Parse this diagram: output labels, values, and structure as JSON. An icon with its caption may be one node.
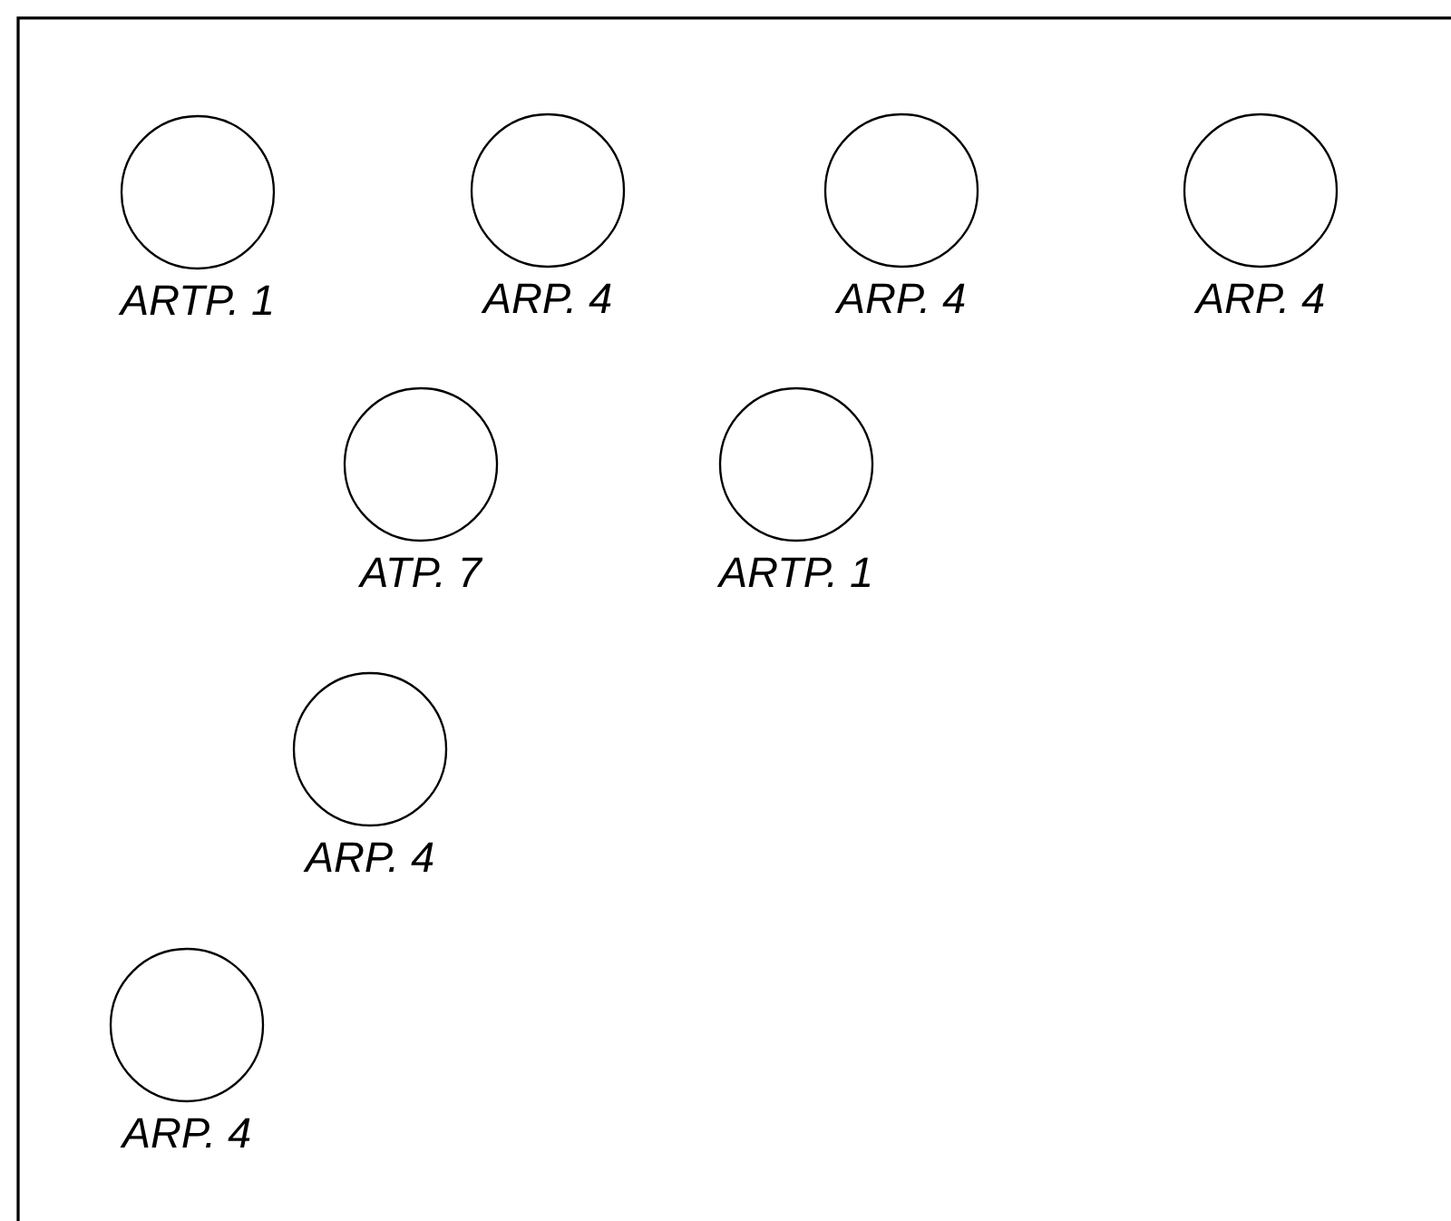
{
  "diagram": {
    "nodes": [
      {
        "text": [],
        "shape": "circle",
        "beside": [
          "ARTP. 1"
        ]
      },
      {
        "text": [],
        "shape": "circle",
        "beside": [
          "ARP. 4"
        ]
      },
      {
        "text": [],
        "shape": "circle",
        "beside": [
          "ARP. 4"
        ]
      },
      {
        "text": [],
        "shape": "circle",
        "beside": [
          "ARP. 4"
        ]
      },
      {
        "text": [],
        "shape": "circle",
        "beside": [
          "ATP. 7"
        ]
      },
      {
        "text": [],
        "shape": "circle",
        "beside": [
          "ARTP. 1"
        ]
      },
      {
        "text": [],
        "shape": "circle",
        "beside": [
          "ARP. 4"
        ]
      },
      {
        "text": [],
        "shape": "circle",
        "beside": [
          "ARP. 4"
        ]
      }
    ]
  }
}
